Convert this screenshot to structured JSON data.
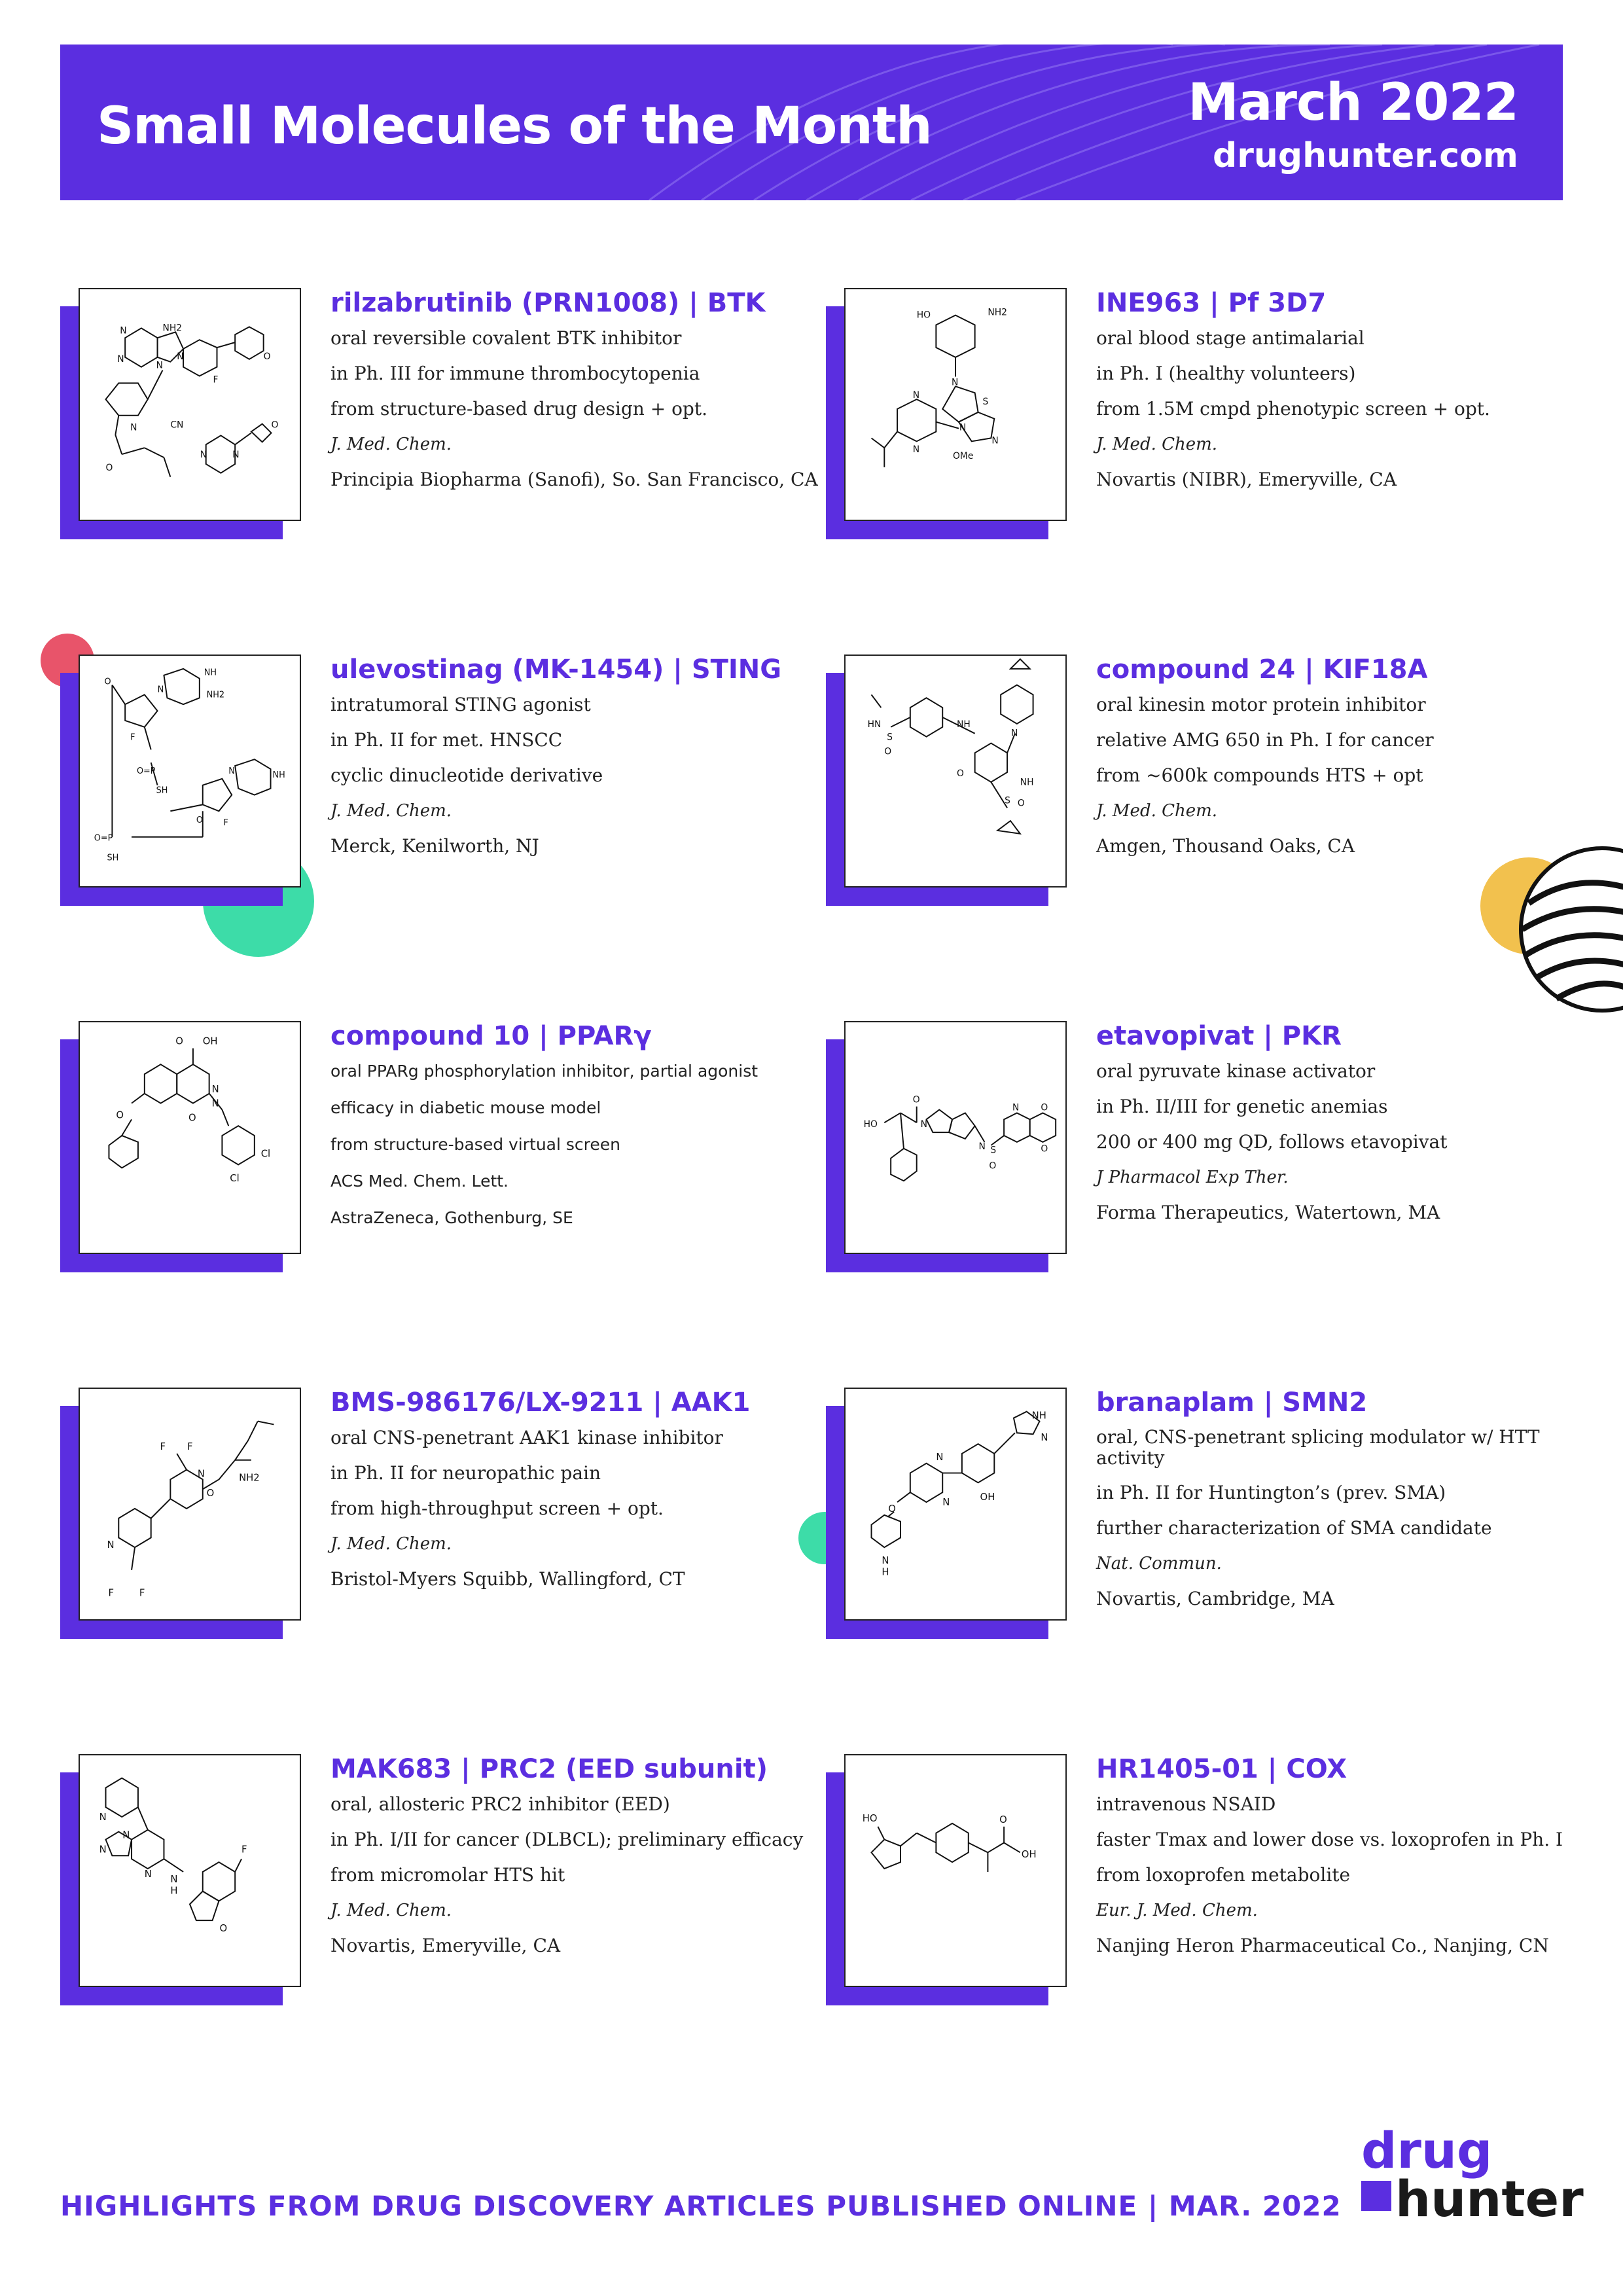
{
  "header": {
    "title": "Small Molecules of the Month",
    "month": "March 2022",
    "site": "drughunter.com"
  },
  "cards": [
    {
      "title": "rilzabrutinib (PRN1008) | BTK",
      "lines": [
        "oral reversible covalent BTK inhibitor",
        "in Ph. III for immune thrombocytopenia",
        "from structure-based drug design + opt.",
        "J. Med. Chem.",
        "Principia Biopharma (Sanofi), So. San Francisco, CA"
      ],
      "labels": [
        "N",
        "NH2",
        "N",
        "N",
        "N",
        "O",
        "F",
        "CN",
        "N",
        "N",
        "N",
        "O",
        "O"
      ]
    },
    {
      "title": "INE963 | Pf 3D7",
      "lines": [
        "oral blood stage antimalarial",
        "in Ph. I (healthy volunteers)",
        "from 1.5M cmpd phenotypic screen + opt.",
        "J. Med. Chem.",
        "Novartis (NIBR), Emeryville, CA"
      ],
      "labels": [
        "HO",
        "NH2",
        "N",
        "N",
        "S",
        "N",
        "N",
        "N",
        "OMe"
      ]
    },
    {
      "title": "ulevostinag (MK-1454) | STING",
      "lines": [
        "intratumoral STING agonist",
        "in Ph. II for met. HNSCC",
        "cyclic dinucleotide derivative",
        "J. Med. Chem.",
        "Merck, Kenilworth, NJ"
      ],
      "labels": [
        "O",
        "NH",
        "NH2",
        "N",
        "F",
        "O=P",
        "SH",
        "NH",
        "N",
        "O",
        "F",
        "O=P",
        "SH"
      ]
    },
    {
      "title": "compound 24 | KIF18A",
      "lines": [
        "oral kinesin motor protein inhibitor",
        "relative AMG 650 in Ph. I for cancer",
        "from ~600k compounds HTS + opt",
        "J. Med. Chem.",
        "Amgen, Thousand Oaks, CA"
      ],
      "labels": [
        "HN",
        "S",
        "O",
        "NH",
        "O",
        "N",
        "NH",
        "S",
        "O"
      ]
    },
    {
      "title": "compound 10 | PPARγ",
      "lines": [
        "oral PPARg phosphorylation inhibitor, partial agonist",
        "efficacy in diabetic mouse model",
        "from structure-based virtual screen",
        "ACS Med. Chem. Lett.",
        "AstraZeneca, Gothenburg, SE"
      ],
      "labels": [
        "O",
        "OH",
        "N",
        "N",
        "O",
        "O",
        "Cl",
        "Cl"
      ]
    },
    {
      "title": "etavopivat | PKR",
      "lines": [
        "oral pyruvate kinase activator",
        "in Ph. II/III for genetic anemias",
        "200 or 400 mg QD, follows etavopivat",
        "J Pharmacol Exp Ther.",
        "Forma Therapeutics, Watertown, MA"
      ],
      "labels": [
        "O",
        "HO",
        "N",
        "N",
        "S",
        "O",
        "N",
        "O",
        "O"
      ]
    },
    {
      "title": "BMS-986176/LX-9211 | AAK1",
      "lines": [
        "oral CNS-penetrant AAK1 kinase inhibitor",
        "in Ph. II for neuropathic pain",
        "from high-throughput screen + opt.",
        "J. Med. Chem.",
        "Bristol-Myers Squibb, Wallingford, CT"
      ],
      "labels": [
        "F",
        "F",
        "NH2",
        "N",
        "O",
        "N",
        "F",
        "F"
      ]
    },
    {
      "title": "branaplam | SMN2",
      "lines": [
        "oral, CNS-penetrant splicing modulator w/ HTT activity",
        "in Ph. II for Huntington’s (prev. SMA)",
        "further characterization of SMA candidate",
        "Nat. Commun.",
        "Novartis, Cambridge, MA"
      ],
      "labels": [
        "NH",
        "N",
        "N",
        "N",
        "O",
        "OH",
        "N",
        "H"
      ]
    },
    {
      "title": "MAK683 | PRC2 (EED subunit)",
      "lines": [
        "oral, allosteric PRC2 inhibitor (EED)",
        "in Ph. I/II for cancer (DLBCL); preliminary efficacy",
        "from micromolar HTS hit",
        "J. Med. Chem.",
        "Novartis, Emeryville, CA"
      ],
      "labels": [
        "N",
        "N",
        "N",
        "N",
        "N",
        "H",
        "F",
        "O"
      ]
    },
    {
      "title": "HR1405-01 | COX",
      "lines": [
        "intravenous NSAID",
        "faster Tmax and lower dose vs. loxoprofen in Ph. I",
        "from loxoprofen metabolite",
        "Eur. J. Med. Chem.",
        "Nanjing Heron Pharmaceutical Co., Nanjing, CN"
      ],
      "labels": [
        "HO",
        "O",
        "OH"
      ]
    }
  ],
  "footer": {
    "text": "HIGHLIGHTS FROM DRUG DISCOVERY ARTICLES PUBLISHED ONLINE | MAR. 2022",
    "logo_line1": "drug",
    "logo_line2": "hunter"
  },
  "colors": {
    "brand": "#5b2ee0",
    "coral": "#e8546a",
    "mint": "#3ddca8",
    "gold": "#f2c14e"
  }
}
